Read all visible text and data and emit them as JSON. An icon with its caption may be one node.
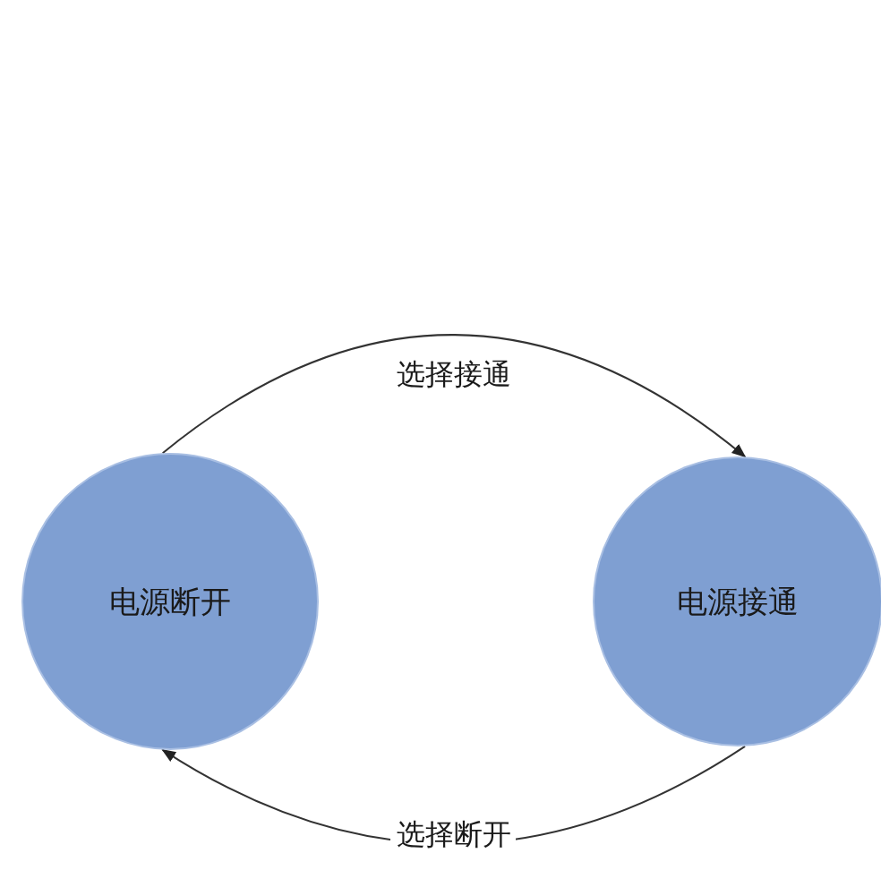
{
  "diagram": {
    "nodes": [
      {
        "text": [
          "电源断开"
        ]
      },
      {
        "text": [
          "电源接通"
        ]
      }
    ],
    "edges": [
      {
        "from": 0,
        "to": 1,
        "arrow": "to",
        "label": "选择接通"
      },
      {
        "from": 1,
        "to": 0,
        "arrow": "to",
        "label": "选择断开"
      }
    ]
  }
}
